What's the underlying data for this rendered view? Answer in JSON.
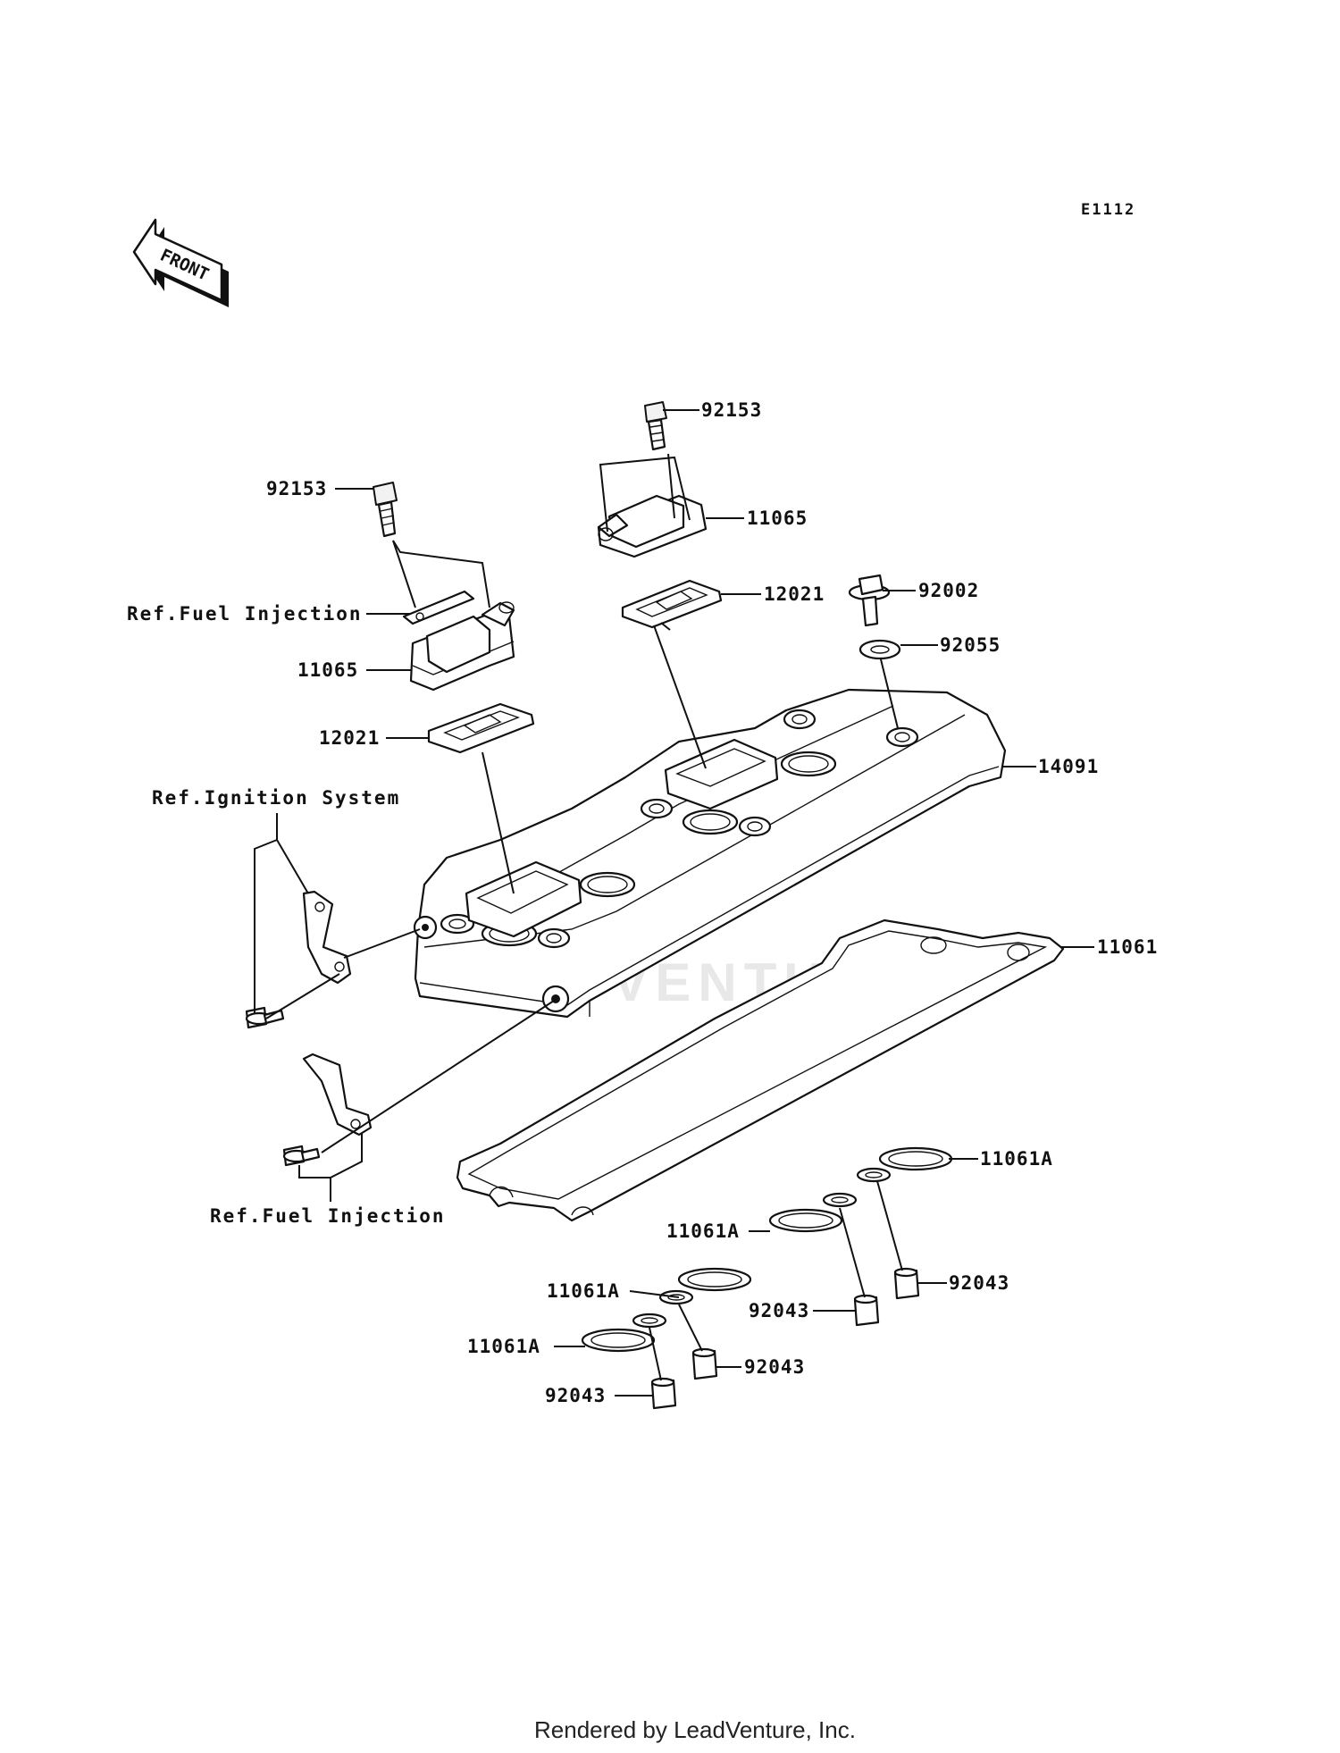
{
  "diagram": {
    "code": "E1112",
    "front_arrow_text": "FRONT",
    "watermark": "LEADVENTURE",
    "footer": "Rendered by LeadVenture, Inc.",
    "labels": {
      "p92153_top": "92153",
      "p11065_top": "11065",
      "p12021_top": "12021",
      "p92002": "92002",
      "p92055": "92055",
      "p14091": "14091",
      "p11061": "11061",
      "p92153_left": "92153",
      "ref_fuel_top": "Ref.Fuel Injection",
      "p11065_left": "11065",
      "p12021_left": "12021",
      "ref_ignition": "Ref.Ignition System",
      "ref_fuel_bottom": "Ref.Fuel Injection",
      "p11061A_r1": "11061A",
      "p11061A_r2": "11061A",
      "p92043_r1": "92043",
      "p92043_r2": "92043",
      "p11061A_l1": "11061A",
      "p11061A_l2": "11061A",
      "p92043_l1": "92043",
      "p92043_l2": "92043"
    }
  }
}
